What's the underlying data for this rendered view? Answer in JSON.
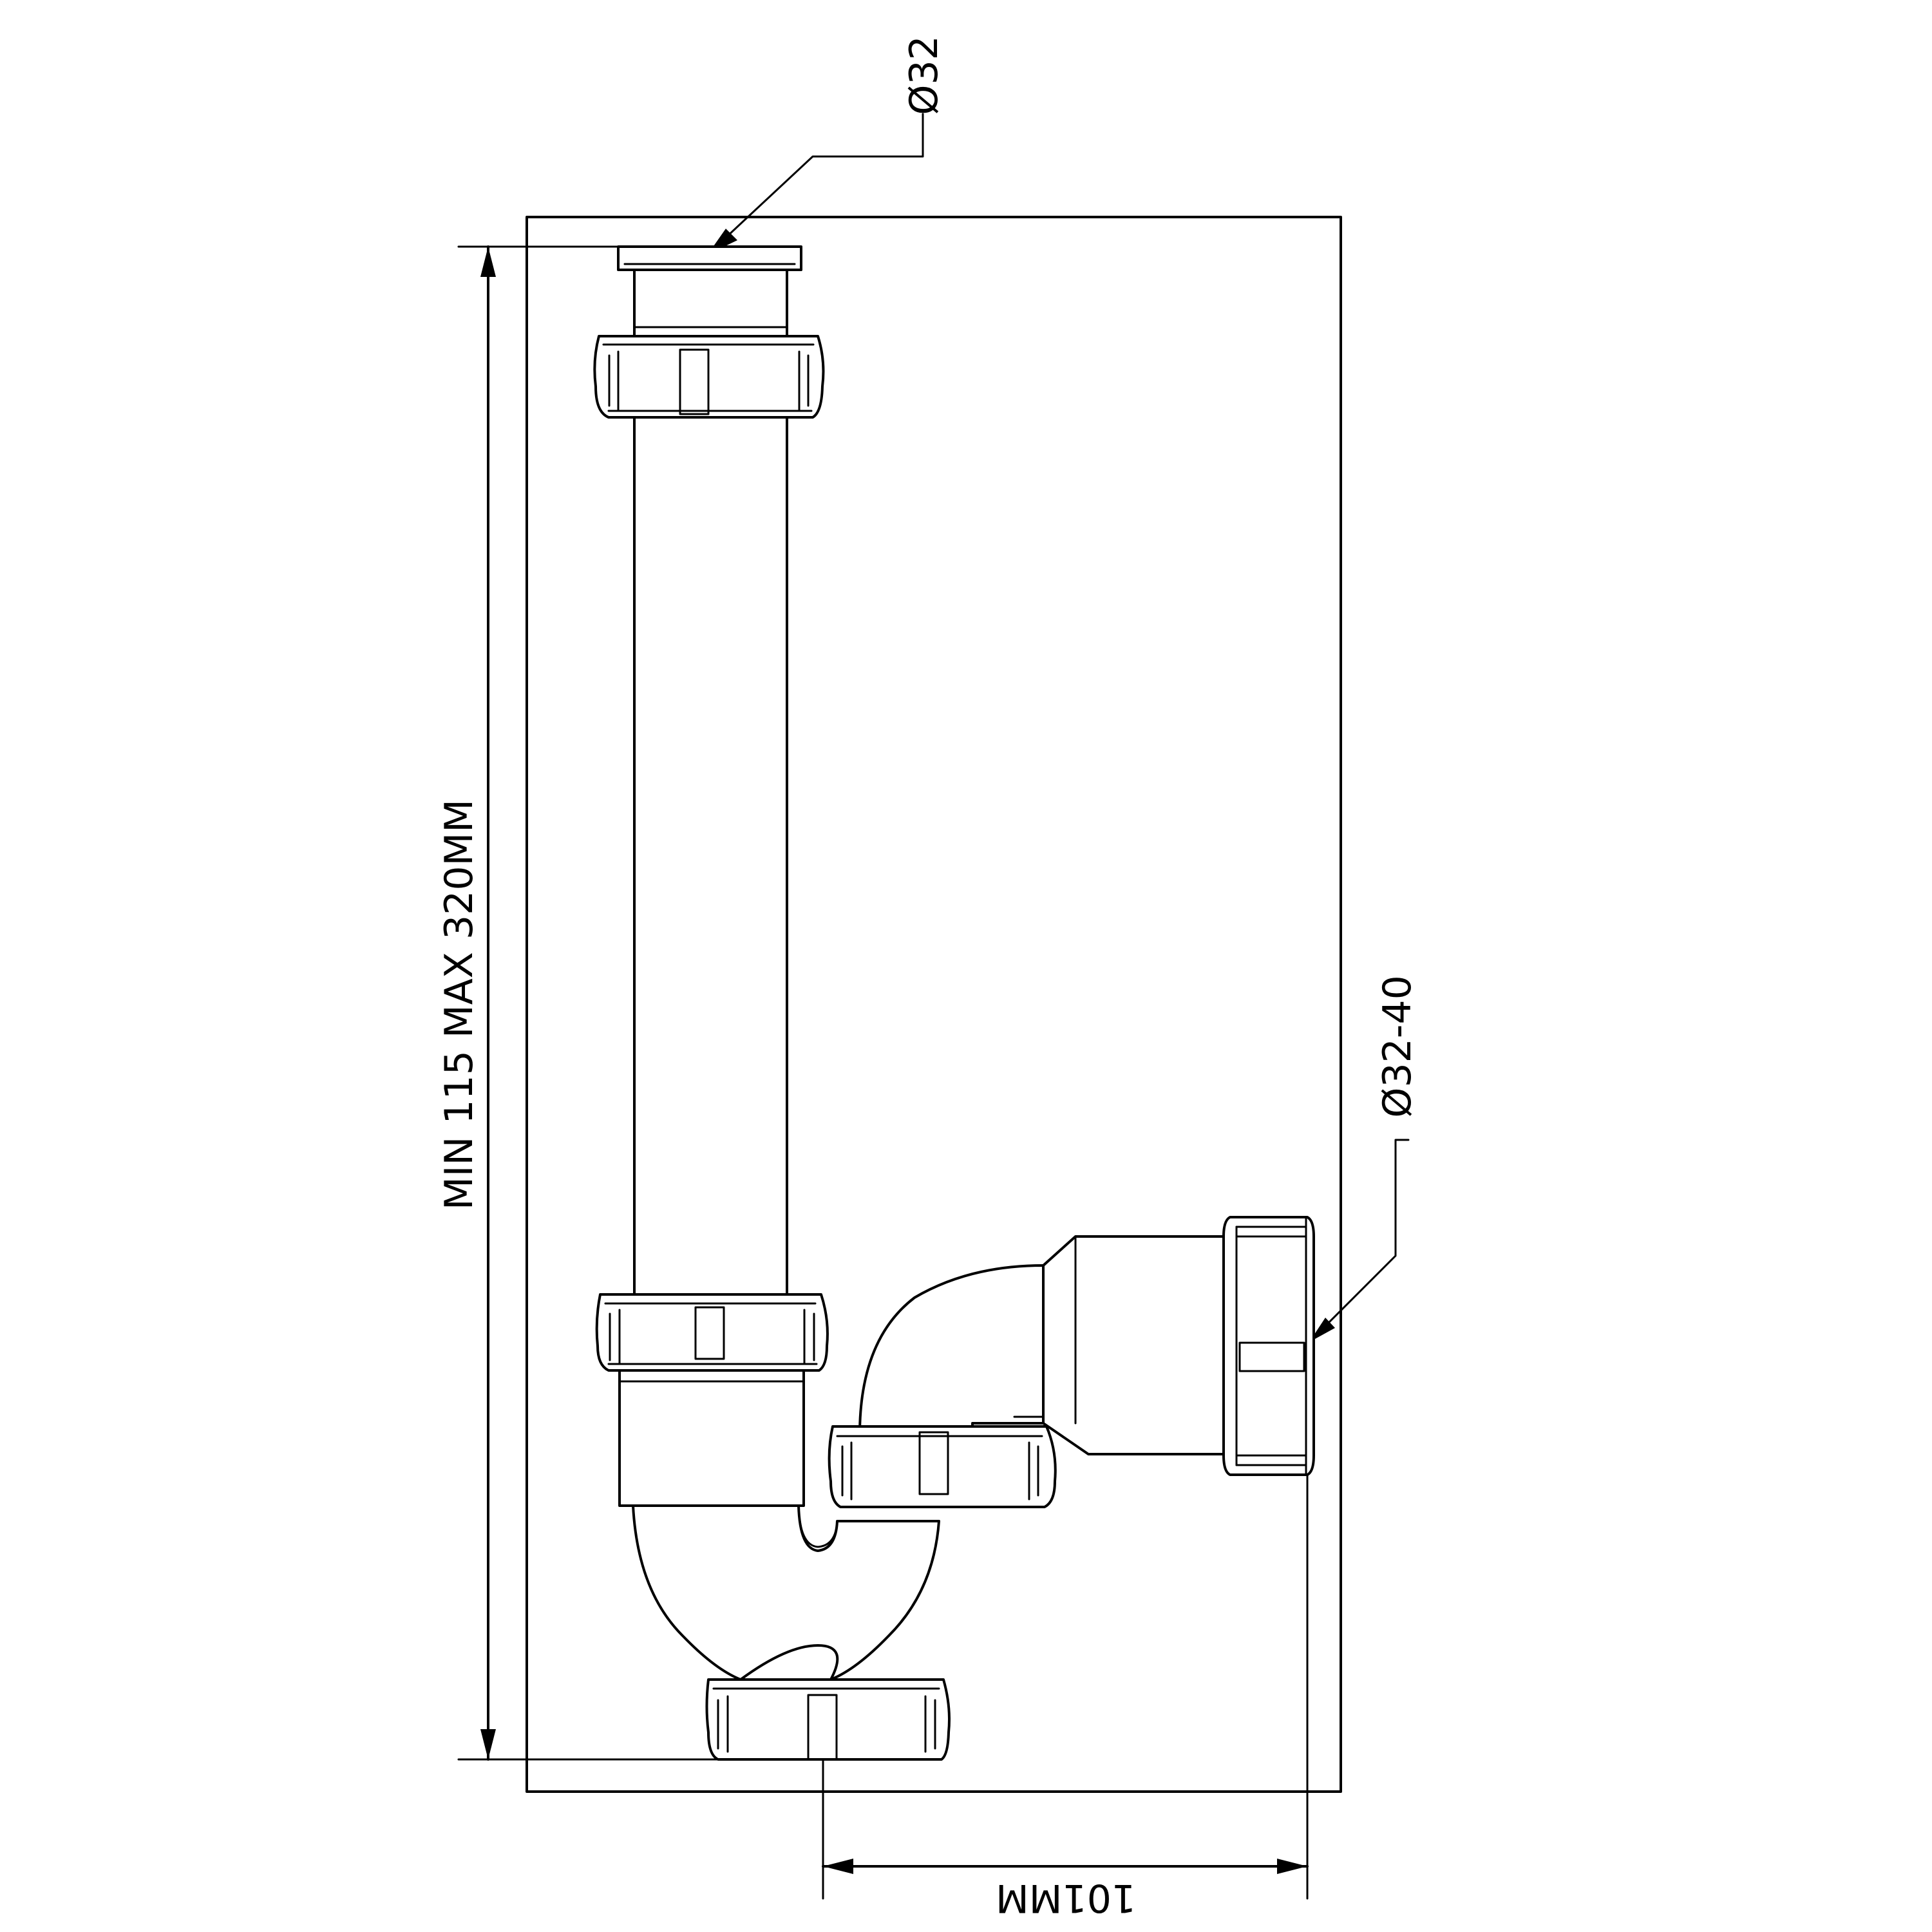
{
  "drawing": {
    "labels": {
      "inlet_diameter": "Ø32",
      "outlet_diameter": "Ø32-40",
      "height_range": "MIN 115 MAX 320MM",
      "horizontal_offset": "101MM"
    },
    "colors": {
      "line": "#000000",
      "background": "#ffffff"
    }
  }
}
